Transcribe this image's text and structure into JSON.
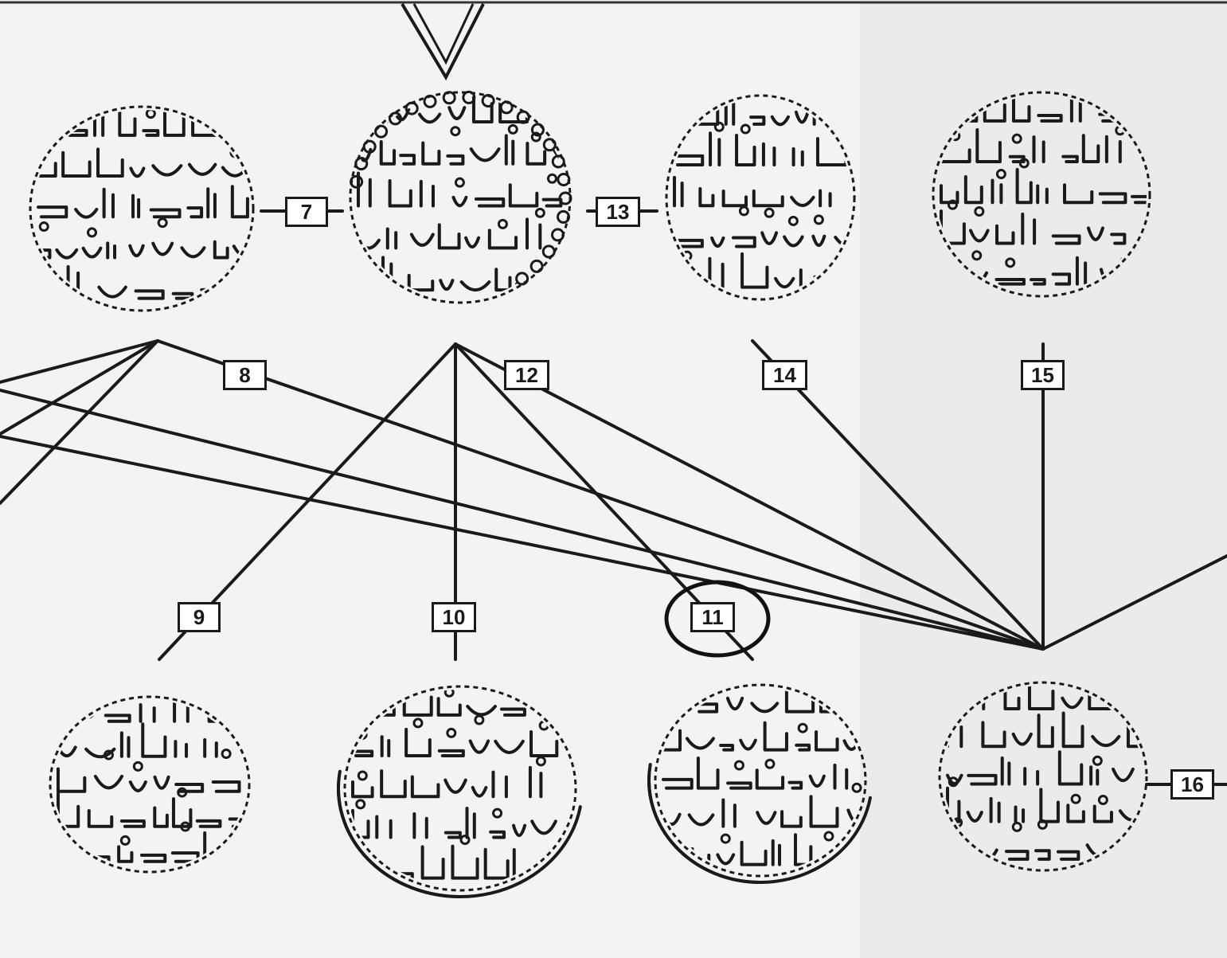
{
  "figure": {
    "labels": [
      "7",
      "13",
      "8",
      "12",
      "14",
      "15",
      "9",
      "10",
      "11",
      "16"
    ],
    "coins": [
      {
        "id": "coin-top-1",
        "script": "calligraphic legend"
      },
      {
        "id": "coin-top-2",
        "script": "calligraphic legend",
        "border": "pellets"
      },
      {
        "id": "coin-top-3",
        "script": "calligraphic legend"
      },
      {
        "id": "coin-top-4",
        "script": "calligraphic legend"
      },
      {
        "id": "coin-bottom-9",
        "script": "calligraphic legend"
      },
      {
        "id": "coin-bottom-10",
        "script": "calligraphic legend",
        "border": "arc"
      },
      {
        "id": "coin-bottom-11",
        "script": "calligraphic legend",
        "border": "arc"
      },
      {
        "id": "coin-bottom-16",
        "script": "calligraphic legend"
      }
    ],
    "highlighted_label": "11",
    "pointer": "double chevron above coin 2",
    "colors": {
      "ink": "#1a1a1a",
      "paper": "#ffffff"
    }
  }
}
